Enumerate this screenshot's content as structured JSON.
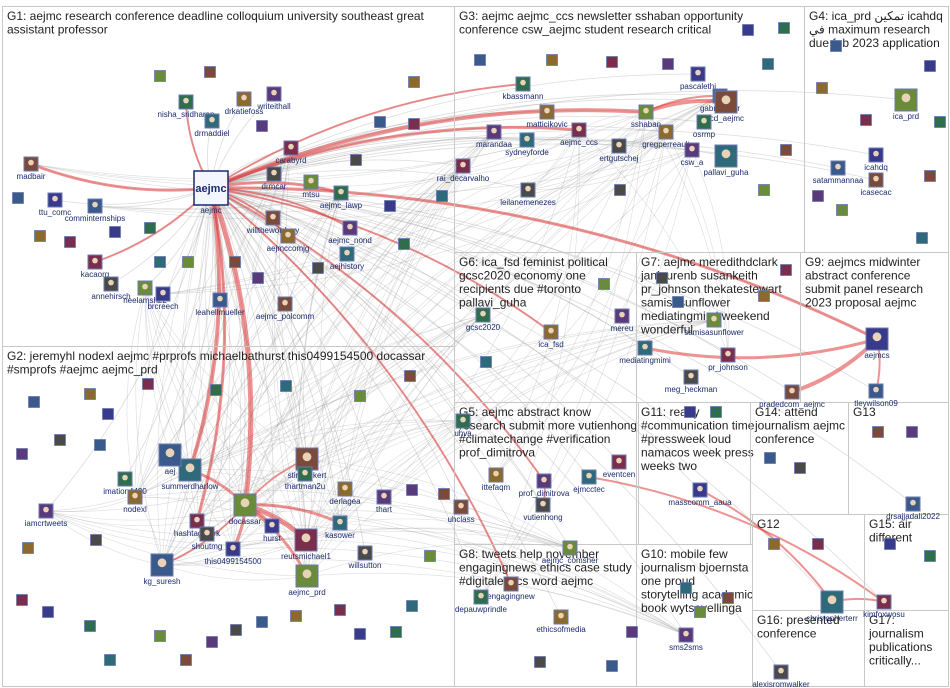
{
  "colors": {
    "background": "#ffffff",
    "group_border": "#c8c8c8",
    "edge": "#9a9a9a",
    "strong_edge": "#e03a3a",
    "label_text": "#1a2a6c",
    "group_text": "#222222"
  },
  "groups": [
    {
      "id": "G1",
      "lines": [
        "G1: aejmc research conference deadline colloquium university southeast great",
        "assistant professor"
      ]
    },
    {
      "id": "G2",
      "lines": [
        "G2: jeremyhl nodexl aejmc #prprofs michaelbathurst this0499154500 docassar",
        "#smprofs #aejmc aejmc_prd"
      ]
    },
    {
      "id": "G3",
      "lines": [
        "G3: aejmc aejmc_ccs newsletter sshaban opportunity",
        "conference csw_aejmc student research critical"
      ]
    },
    {
      "id": "G4",
      "lines": [
        "G4: ica_prd تمكين icahdq",
        "في maximum research",
        "due feb 2023 application"
      ]
    },
    {
      "id": "G5",
      "lines": [
        "G5: aejmc abstract know",
        "research submit more vutienhong",
        "#climatechange #verification",
        "prof_dimitrova"
      ]
    },
    {
      "id": "G6",
      "lines": [
        "G6: ica_fsd feminist political",
        "gcsc2020 economy one",
        "recipients due #toronto",
        "pallavi_guha"
      ]
    },
    {
      "id": "G7",
      "lines": [
        "G7: aejmc meredithdclark",
        "janlaurenb susankeith",
        "pr_johnson thekatestewart",
        "samisasunflower",
        "mediatingmimi weekend",
        "wonderful"
      ]
    },
    {
      "id": "G8",
      "lines": [
        "G8: tweets help november",
        "engagingnews ethics case study",
        "#digitalethics word aejmc"
      ]
    },
    {
      "id": "G9",
      "lines": [
        "G9: aejmcs midwinter",
        "abstract conference",
        "submit panel research",
        "2023 proposal aejmc"
      ]
    },
    {
      "id": "G10",
      "lines": [
        "G10: mobile few",
        "journalism bjoernsta",
        "one proud",
        "storytelling academic",
        "book wytsevellinga"
      ]
    },
    {
      "id": "G11",
      "lines": [
        "G11: ready",
        "#communication time",
        "#pressweek loud",
        "namacos week press",
        "weeks two"
      ]
    },
    {
      "id": "G12",
      "lines": [
        "G12"
      ]
    },
    {
      "id": "G13",
      "lines": [
        "G13"
      ]
    },
    {
      "id": "G14",
      "lines": [
        "G14: attend",
        "journalism aejmc",
        "conference"
      ]
    },
    {
      "id": "G15",
      "lines": [
        "G15: air",
        "different"
      ]
    },
    {
      "id": "G16",
      "lines": [
        "G16: presented",
        "conference"
      ]
    },
    {
      "id": "G17",
      "lines": [
        "G17:",
        "journalism",
        "publications",
        "critically..."
      ]
    }
  ],
  "nodes": [
    {
      "id": "aejmc",
      "label": "aejmc",
      "hub": true
    },
    {
      "id": "madbair",
      "label": "madbair"
    },
    {
      "id": "nisha",
      "label": "nisha_sridharan"
    },
    {
      "id": "drkatiefoss",
      "label": "drkatiefoss"
    },
    {
      "id": "writeithall",
      "label": "writeithall"
    },
    {
      "id": "drmaddiel",
      "label": "drmaddiel"
    },
    {
      "id": "carabyrd",
      "label": "carabyrd"
    },
    {
      "id": "drmcar",
      "label": "drmcar"
    },
    {
      "id": "mtsu",
      "label": "mtsu"
    },
    {
      "id": "ttu",
      "label": "ttu_comc"
    },
    {
      "id": "comminternships",
      "label": "comminternships"
    },
    {
      "id": "willthewordguy",
      "label": "willthewordguy"
    },
    {
      "id": "aejmc_lawp",
      "label": "aejmc_lawp"
    },
    {
      "id": "aejmccomjg",
      "label": "aejmccomjg"
    },
    {
      "id": "aejmc_nond",
      "label": "aejmc_nond"
    },
    {
      "id": "aejhistory",
      "label": "aejhistory"
    },
    {
      "id": "kacaorg",
      "label": "kacaorg"
    },
    {
      "id": "annehirsch",
      "label": "annehirsch"
    },
    {
      "id": "neelamsh22",
      "label": "neelamsh22"
    },
    {
      "id": "brcreech",
      "label": "brcreech"
    },
    {
      "id": "leahellmueller",
      "label": "leahellmueller"
    },
    {
      "id": "aejmc_polcomm",
      "label": "aejmc_polcomm"
    },
    {
      "id": "kbassmann",
      "label": "kbassmann"
    },
    {
      "id": "matticikovic",
      "label": "matticikovic"
    },
    {
      "id": "marandaa",
      "label": "marandaa"
    },
    {
      "id": "sydneyforde",
      "label": "sydneyforde"
    },
    {
      "id": "aejmc_ccs",
      "label": "aejmc_ccs"
    },
    {
      "id": "ertgutschej",
      "label": "ertgutschej"
    },
    {
      "id": "sshaban",
      "label": "sshaban"
    },
    {
      "id": "pascalethi",
      "label": "pascalethi"
    },
    {
      "id": "gabrielaper",
      "label": "gabrielaper"
    },
    {
      "id": "icd_aejmc",
      "label": "icd_aejmc"
    },
    {
      "id": "osrmp",
      "label": "osrmp"
    },
    {
      "id": "gregperreault",
      "label": "gregperreault"
    },
    {
      "id": "csw_a",
      "label": "csw_a"
    },
    {
      "id": "pallavi_guha",
      "label": "pallavi_guha"
    },
    {
      "id": "rai_decarvalho",
      "label": "rai_decarvalho"
    },
    {
      "id": "leilanemenezes",
      "label": "leilanemenezes"
    },
    {
      "id": "ica_prd",
      "label": "ica_prd"
    },
    {
      "id": "icahdq",
      "label": "icahdq"
    },
    {
      "id": "satammannaa",
      "label": "satammannaa"
    },
    {
      "id": "icasecac",
      "label": "icasecac"
    },
    {
      "id": "gcsc2020",
      "label": "gcsc2020"
    },
    {
      "id": "ica_fsd",
      "label": "ica_fsd"
    },
    {
      "id": "mereu",
      "label": "mereu"
    },
    {
      "id": "mediatingmimi",
      "label": "mediatingmimi"
    },
    {
      "id": "pr_johnson",
      "label": "pr_johnson"
    },
    {
      "id": "meg_heckman",
      "label": "meg_heckman"
    },
    {
      "id": "samisasunflower",
      "label": "samisasunflower"
    },
    {
      "id": "aejmcs",
      "label": "aejmcs"
    },
    {
      "id": "tleywilson09",
      "label": "tleywilson09"
    },
    {
      "id": "pradedcom_aejmc",
      "label": "pradedcom_aejmc"
    },
    {
      "id": "imation4430",
      "label": "imation4430"
    },
    {
      "id": "nodexl",
      "label": "nodexl"
    },
    {
      "id": "iamcrtweets",
      "label": "iamcrtweets"
    },
    {
      "id": "summerdharlow",
      "label": "summerdharlow"
    },
    {
      "id": "hashtagmark",
      "label": "hashtagmark"
    },
    {
      "id": "shoutmg",
      "label": "shoutmg"
    },
    {
      "id": "docassar",
      "label": "docassar"
    },
    {
      "id": "this0499154500",
      "label": "this0499154500"
    },
    {
      "id": "kg_suresh",
      "label": "kg_suresh"
    },
    {
      "id": "stineeckert",
      "label": "stineeckert"
    },
    {
      "id": "thartman2u",
      "label": "thartman2u"
    },
    {
      "id": "derlagea",
      "label": "derlagea"
    },
    {
      "id": "thart",
      "label": "thart"
    },
    {
      "id": "kasower",
      "label": "kasower"
    },
    {
      "id": "reutsmichael1",
      "label": "reutsmichael1"
    },
    {
      "id": "willsutton",
      "label": "willsutton"
    },
    {
      "id": "aejmc_prd",
      "label": "aejmc_prd"
    },
    {
      "id": "hurst",
      "label": "hurst"
    },
    {
      "id": "aej",
      "label": "aej"
    },
    {
      "id": "uhclass",
      "label": "uhclass"
    },
    {
      "id": "uhva",
      "label": "uhva"
    },
    {
      "id": "ittefaqm",
      "label": "ittefaqm"
    },
    {
      "id": "prof_dimitrova",
      "label": "prof_dimitrova"
    },
    {
      "id": "ejmcctec",
      "label": "ejmcctec"
    },
    {
      "id": "eventcen",
      "label": "eventcen"
    },
    {
      "id": "vutienhong",
      "label": "vutienhong"
    },
    {
      "id": "aejmc_comsher",
      "label": "aejmc_comsher"
    },
    {
      "id": "masscomm_aaua",
      "label": "masscomm_aaua"
    },
    {
      "id": "drsajjadali2022",
      "label": "drsajjadali2022"
    },
    {
      "id": "engagingnew",
      "label": "engagingnew"
    },
    {
      "id": "depauwprindle",
      "label": "depauwprindle"
    },
    {
      "id": "ethicsofmedia",
      "label": "ethicsofmedia"
    },
    {
      "id": "sms2sms",
      "label": "sms2sms"
    },
    {
      "id": "christopherterr",
      "label": "christopherterr"
    },
    {
      "id": "kimfoxwosu",
      "label": "kimfoxwosu"
    },
    {
      "id": "alexisromwalker",
      "label": "alexisromwalker"
    }
  ]
}
